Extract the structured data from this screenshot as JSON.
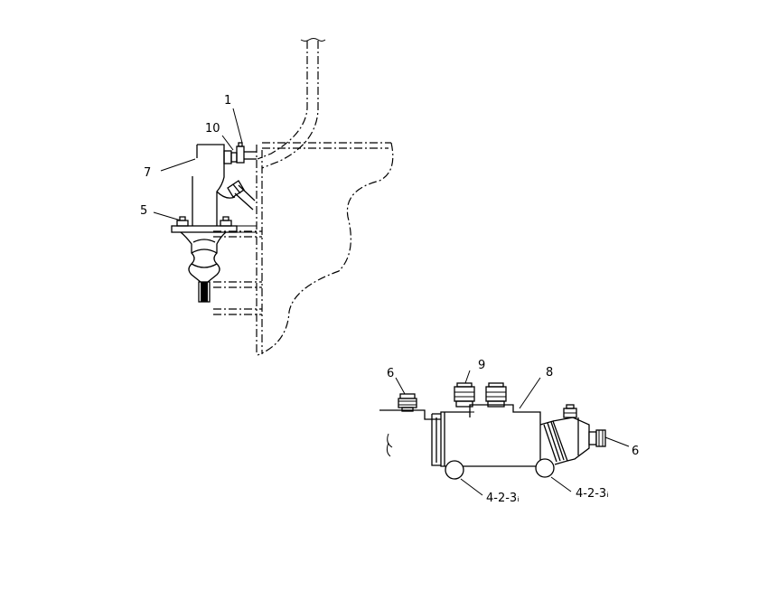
{
  "callouts": {
    "c1": "1",
    "c10": "10",
    "c7": "7",
    "c5": "5",
    "c6_left": "6",
    "c9": "9",
    "c8": "8",
    "c6_right": "6",
    "ref_left": "4-2-3ᵢ",
    "ref_right": "4-2-3ᵢ"
  }
}
